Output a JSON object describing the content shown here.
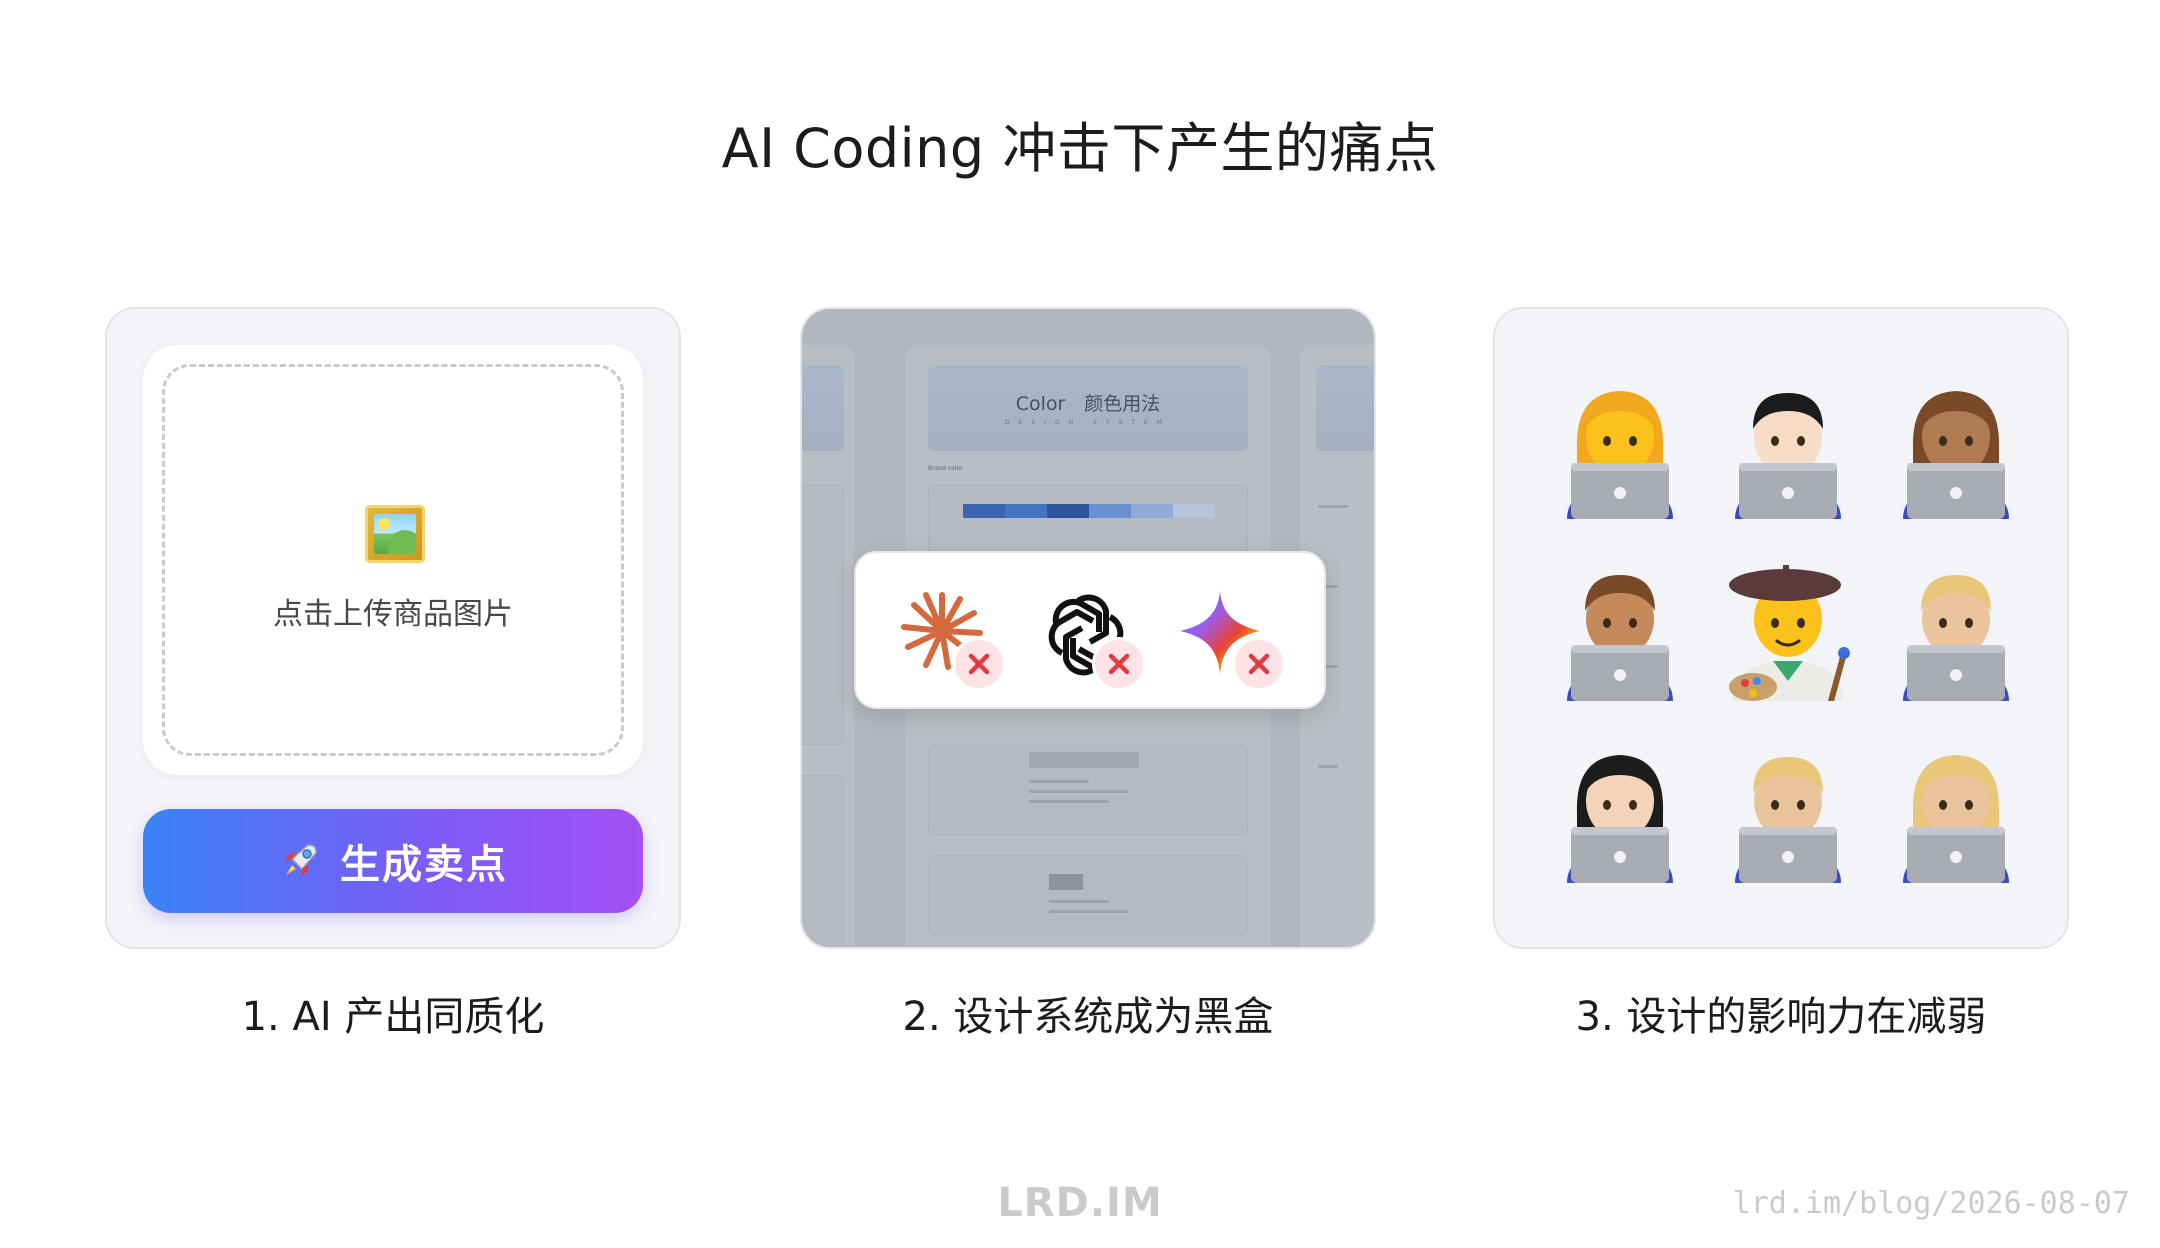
{
  "title": "AI Coding 冲击下产生的痛点",
  "panels": [
    {
      "caption": "1. AI 产出同质化",
      "upload_text": "点击上传商品图片",
      "upload_icon": "framed-picture-icon",
      "button_label": "生成卖点",
      "button_icon": "rocket-icon"
    },
    {
      "caption": "2. 设计系统成为黑盒",
      "doc_title": "Color　颜色用法",
      "doc_subtitle": "DESIGN SYSTEM",
      "doc_section": "Brand  color",
      "logos": [
        "claude-icon",
        "openai-icon",
        "gemini-icon"
      ],
      "swatches": [
        "#1f56b8",
        "#2d6bd1",
        "#0d3f9e",
        "#5a8fe0",
        "#8fb2ea",
        "#c3d4f1"
      ]
    },
    {
      "caption": "3. 设计的影响力在减弱",
      "emojis": [
        "woman-technologist-icon",
        "technologist-light-icon",
        "woman-technologist-medium-icon",
        "technologist-medium-icon",
        "artist-icon",
        "technologist-medium-light-icon",
        "woman-technologist-light-icon",
        "man-technologist-blond-icon",
        "woman-technologist-blond-icon"
      ]
    }
  ],
  "footer": {
    "logo": "LRD.IM",
    "url": "lrd.im/blog/2026-08-07"
  },
  "colors": {
    "button_start": "#3a82f7",
    "button_end": "#a450f6",
    "x_red": "#e03a44"
  }
}
